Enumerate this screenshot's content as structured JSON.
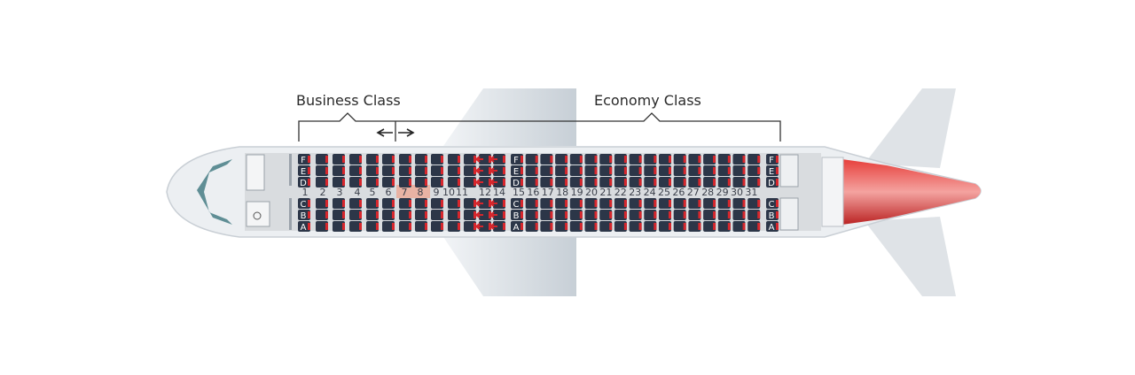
{
  "cabin": {
    "business_label": "Business Class",
    "economy_label": "Economy Class",
    "highlighted_rows": [
      "7",
      "8"
    ],
    "business_rows": [
      "1",
      "2",
      "3",
      "4",
      "5",
      "6",
      "7",
      "8",
      "9",
      "10",
      "11"
    ],
    "exit_rows": [
      "12",
      "14"
    ],
    "economy_rows": [
      "15",
      "16",
      "17",
      "18",
      "19",
      "20",
      "21",
      "22",
      "23",
      "24",
      "25",
      "26",
      "27",
      "28",
      "29",
      "30",
      "31"
    ],
    "seat_letters_top": [
      "F",
      "E",
      "D"
    ],
    "seat_letters_bottom": [
      "C",
      "B",
      "A"
    ]
  },
  "colors": {
    "seat": "#2c3648",
    "accent": "#d7262c",
    "highlight": "#e9b3a4",
    "fuselage": "#eceff2",
    "floor": "#d9dcdf"
  }
}
